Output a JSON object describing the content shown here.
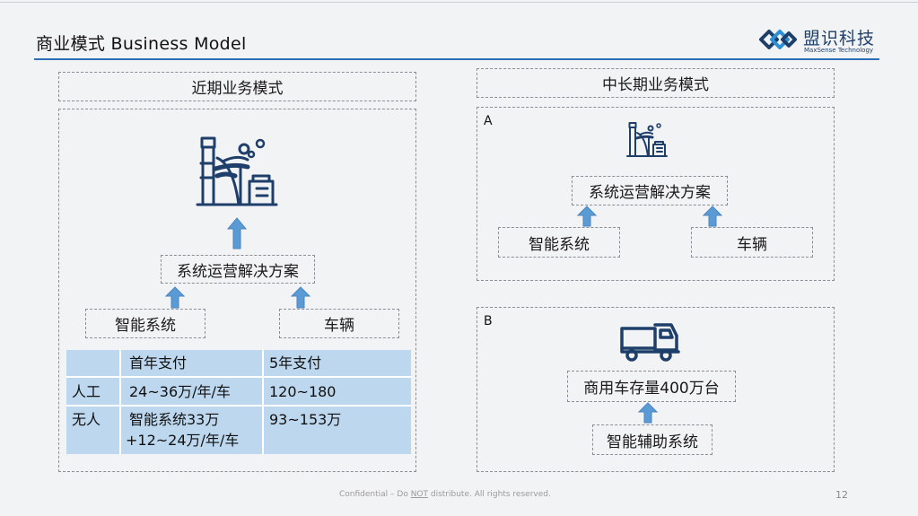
{
  "title": "商业模式  Business Model",
  "logo": {
    "name_cn": "盟识科技",
    "name_en": "MaxSense Technology",
    "brand_color": "#1f3f6b",
    "accent_color": "#2d8fd6"
  },
  "colors": {
    "accent_rule": "#2d6fb4",
    "arrow_fill": "#5b9bd5",
    "table_fill": "#bdd7ee",
    "icon_stroke": "#1f3f6b"
  },
  "near_term": {
    "heading": "近期业务模式",
    "factory_icon": "factory-icon",
    "solution_label": "系统运营解决方案",
    "left_input": "智能系统",
    "right_input": "车辆",
    "table": {
      "headers": [
        "",
        "首年支付",
        "5年支付"
      ],
      "rows": [
        {
          "label": "人工",
          "first_year": "24~36万/年/车",
          "five_year": "120~180"
        },
        {
          "label": "无人",
          "first_year_line1": "智能系统33万",
          "first_year_line2": "+12~24万/年/车",
          "five_year": "93~153万"
        }
      ]
    }
  },
  "long_term": {
    "heading": "中长期业务模式",
    "option_a": {
      "letter": "A",
      "factory_icon": "factory-icon",
      "solution_label": "系统运营解决方案",
      "left_input": "智能系统",
      "right_input": "车辆"
    },
    "option_b": {
      "letter": "B",
      "truck_icon": "truck-icon",
      "top_label": "商用车存量400万台",
      "bottom_label": "智能辅助系统"
    }
  },
  "footer": {
    "text_before": "Confidential – Do ",
    "emphasis": "NOT",
    "text_after": " distribute. All rights reserved.",
    "page_number": "12"
  }
}
